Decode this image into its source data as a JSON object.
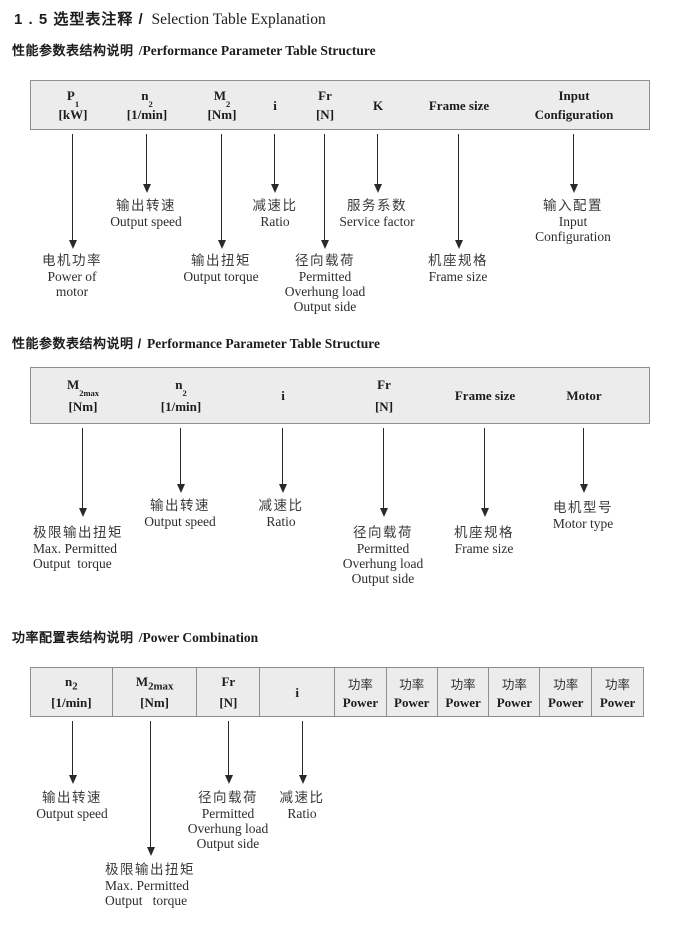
{
  "doc": {
    "title_cn": "1 . 5 选型表注释 /",
    "title_en": "Selection Table Explanation"
  },
  "s1": {
    "heading_cn": "性能参数表结构说明",
    "heading_en": "/Performance Parameter Table Structure",
    "headers": [
      {
        "base": "P",
        "sub": "1",
        "unit": "[kW]"
      },
      {
        "base": "n",
        "sub": "2",
        "unit": "[1/min]"
      },
      {
        "base": "M",
        "sub": "2",
        "unit": "[Nm]"
      },
      {
        "base": "i"
      },
      {
        "base": "Fr",
        "unit": "[N]"
      },
      {
        "base": "K"
      },
      {
        "base": "Frame size"
      },
      {
        "base": "Input",
        "unit": "Configuration"
      }
    ],
    "callouts": {
      "p1": {
        "lines": [
          "电机功率",
          "Power of",
          "motor"
        ]
      },
      "n2": {
        "lines": [
          "输出转速",
          "Output speed"
        ]
      },
      "m2": {
        "lines": [
          "输出扭矩",
          "Output torque"
        ]
      },
      "i": {
        "lines": [
          "减速比",
          "Ratio"
        ]
      },
      "fr": {
        "lines": [
          "径向载荷",
          "Permitted",
          "Overhung load",
          "Output side"
        ]
      },
      "k": {
        "lines": [
          "服务系数",
          "Service factor"
        ]
      },
      "frame": {
        "lines": [
          "机座规格",
          "Frame size"
        ]
      },
      "input": {
        "lines": [
          "输入配置",
          "Input",
          "Configuration"
        ]
      }
    }
  },
  "s2": {
    "heading_cn": "性能参数表结构说明 /",
    "heading_en": "Performance Parameter Table Structure",
    "headers": [
      {
        "base": "M",
        "sub": "2max",
        "unit": "[Nm]"
      },
      {
        "base": "n",
        "sub": "2",
        "unit": "[1/min]"
      },
      {
        "base": "i"
      },
      {
        "base": "Fr",
        "unit": "[N]"
      },
      {
        "base": "Frame size"
      },
      {
        "base": "Motor"
      }
    ],
    "callouts": {
      "m2max": {
        "lines": [
          "极限输出扭矩",
          "Max. Permitted",
          "Output  torque"
        ]
      },
      "n2": {
        "lines": [
          "输出转速",
          "Output speed"
        ]
      },
      "i": {
        "lines": [
          "减速比",
          "Ratio"
        ]
      },
      "fr": {
        "lines": [
          "径向载荷",
          "Permitted",
          "Overhung load",
          "Output side"
        ]
      },
      "frame": {
        "lines": [
          "机座规格",
          "Frame size"
        ]
      },
      "motor": {
        "lines": [
          "电机型号",
          "Motor type"
        ]
      }
    }
  },
  "s3": {
    "heading_cn": "功率配置表结构说明",
    "heading_en": "/Power Combination",
    "headers": [
      {
        "base": "n",
        "sub": "2",
        "unit": "[1/min]"
      },
      {
        "base": "M",
        "sub": "2max",
        "unit": "[Nm]"
      },
      {
        "base": "Fr",
        "unit": "[N]"
      },
      {
        "base": "i"
      }
    ],
    "power_cell": {
      "cn": "功率",
      "en": "Power"
    },
    "callouts": {
      "n2": {
        "lines": [
          "输出转速",
          "Output speed"
        ]
      },
      "m2max": {
        "lines": [
          "极限输出扭矩",
          "Max. Permitted",
          "Output   torque"
        ]
      },
      "fr": {
        "lines": [
          "径向载荷",
          "Permitted",
          "Overhung load",
          "Output side"
        ]
      },
      "i": {
        "lines": [
          "减速比",
          "Ratio"
        ]
      }
    }
  }
}
